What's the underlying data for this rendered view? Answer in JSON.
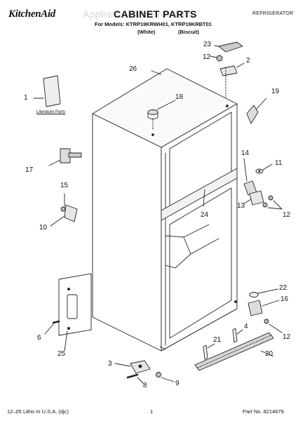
{
  "header": {
    "brand": "KitchenAid",
    "title": "CABINET PARTS",
    "category": "REFRIGERATOR",
    "models": "For Models: KTRP19KRWH01, KTRP19KRBT01",
    "variant_a": "(White)",
    "variant_b": "(Biscuit)",
    "watermark": "AppliancePartsPros.com"
  },
  "literature_label": "Literature Parts",
  "callouts": {
    "c1": "1",
    "c2": "2",
    "c3": "3",
    "c4": "4",
    "c6": "6",
    "c8": "8",
    "c9": "9",
    "c10": "10",
    "c11": "11",
    "c12a": "12",
    "c12b": "12",
    "c12c": "12",
    "c13": "13",
    "c14": "14",
    "c15": "15",
    "c16": "16",
    "c17": "17",
    "c18": "18",
    "c19": "19",
    "c20": "20",
    "c21": "21",
    "c22": "22",
    "c23": "23",
    "c24": "24",
    "c25": "25",
    "c26": "26"
  },
  "footer": {
    "left": "12–05 Litho In U.S.A. (djc)",
    "page": "1",
    "part_no": "Part No. 8214679"
  }
}
